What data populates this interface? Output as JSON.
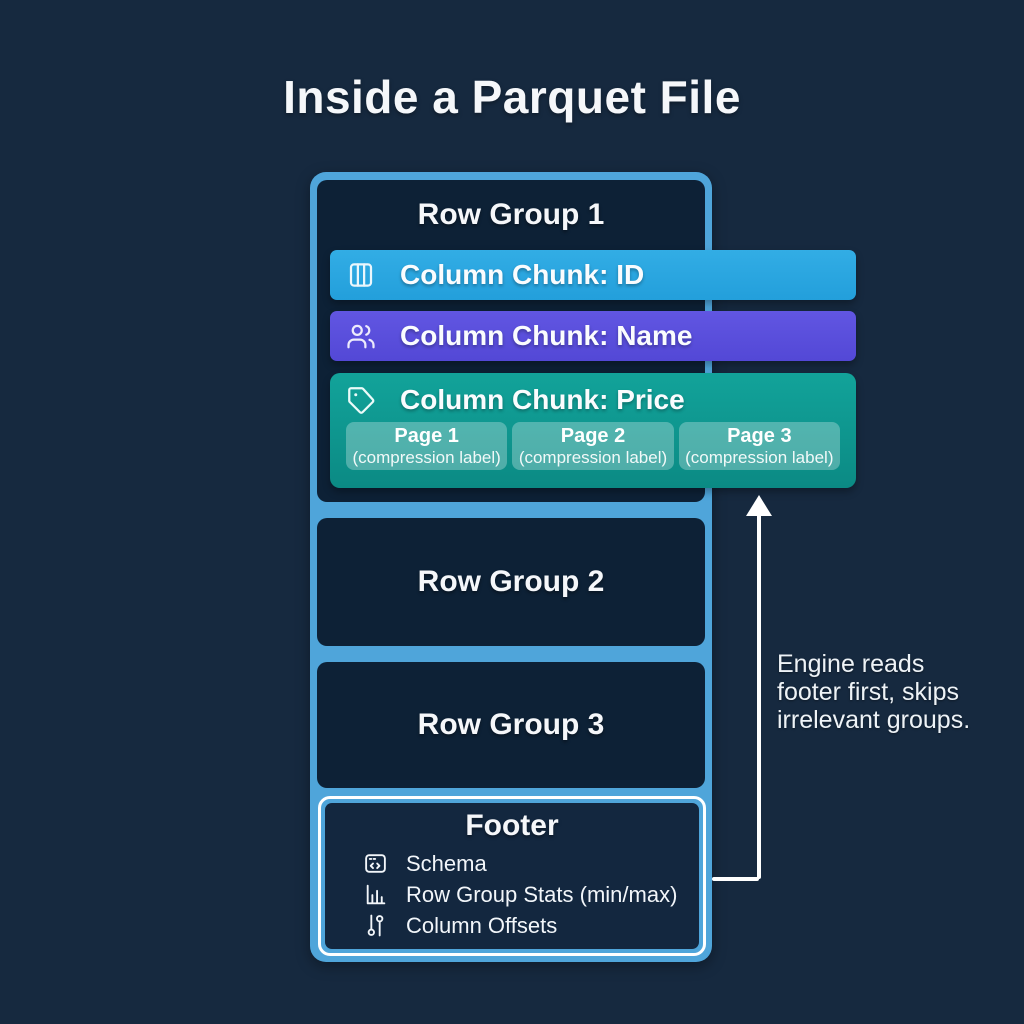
{
  "title": "Inside a Parquet File",
  "colors": {
    "background": "#16293F",
    "panel_blue": "#4FA5DA",
    "box_dark": "#0D2136",
    "chunk_id_blue": "#2AA7E1",
    "chunk_name_purple": "#5A4EDB",
    "chunk_price_teal": "#0E9C93",
    "arrow_white": "#FFFFFF"
  },
  "row_groups": [
    {
      "label": "Row Group 1"
    },
    {
      "label": "Row Group 2"
    },
    {
      "label": "Row Group 3"
    }
  ],
  "chunks": [
    {
      "label": "Column Chunk: ID",
      "icon": "columns-icon"
    },
    {
      "label": "Column Chunk: Name",
      "icon": "users-icon"
    },
    {
      "label": "Column Chunk: Price",
      "icon": "tag-icon"
    }
  ],
  "pages": [
    {
      "title": "Page 1",
      "subtitle": "(compression label)"
    },
    {
      "title": "Page 2",
      "subtitle": "(compression label)"
    },
    {
      "title": "Page 3",
      "subtitle": "(compression label)"
    }
  ],
  "footer": {
    "title": "Footer",
    "items": [
      {
        "label": "Schema",
        "icon": "schema-window-icon"
      },
      {
        "label": "Row Group Stats (min/max)",
        "icon": "bar-chart-icon"
      },
      {
        "label": "Column Offsets",
        "icon": "column-offsets-icon"
      }
    ]
  },
  "annotation": {
    "line1": "Engine reads",
    "line2": "footer first, skips",
    "line3": "irrelevant groups."
  }
}
